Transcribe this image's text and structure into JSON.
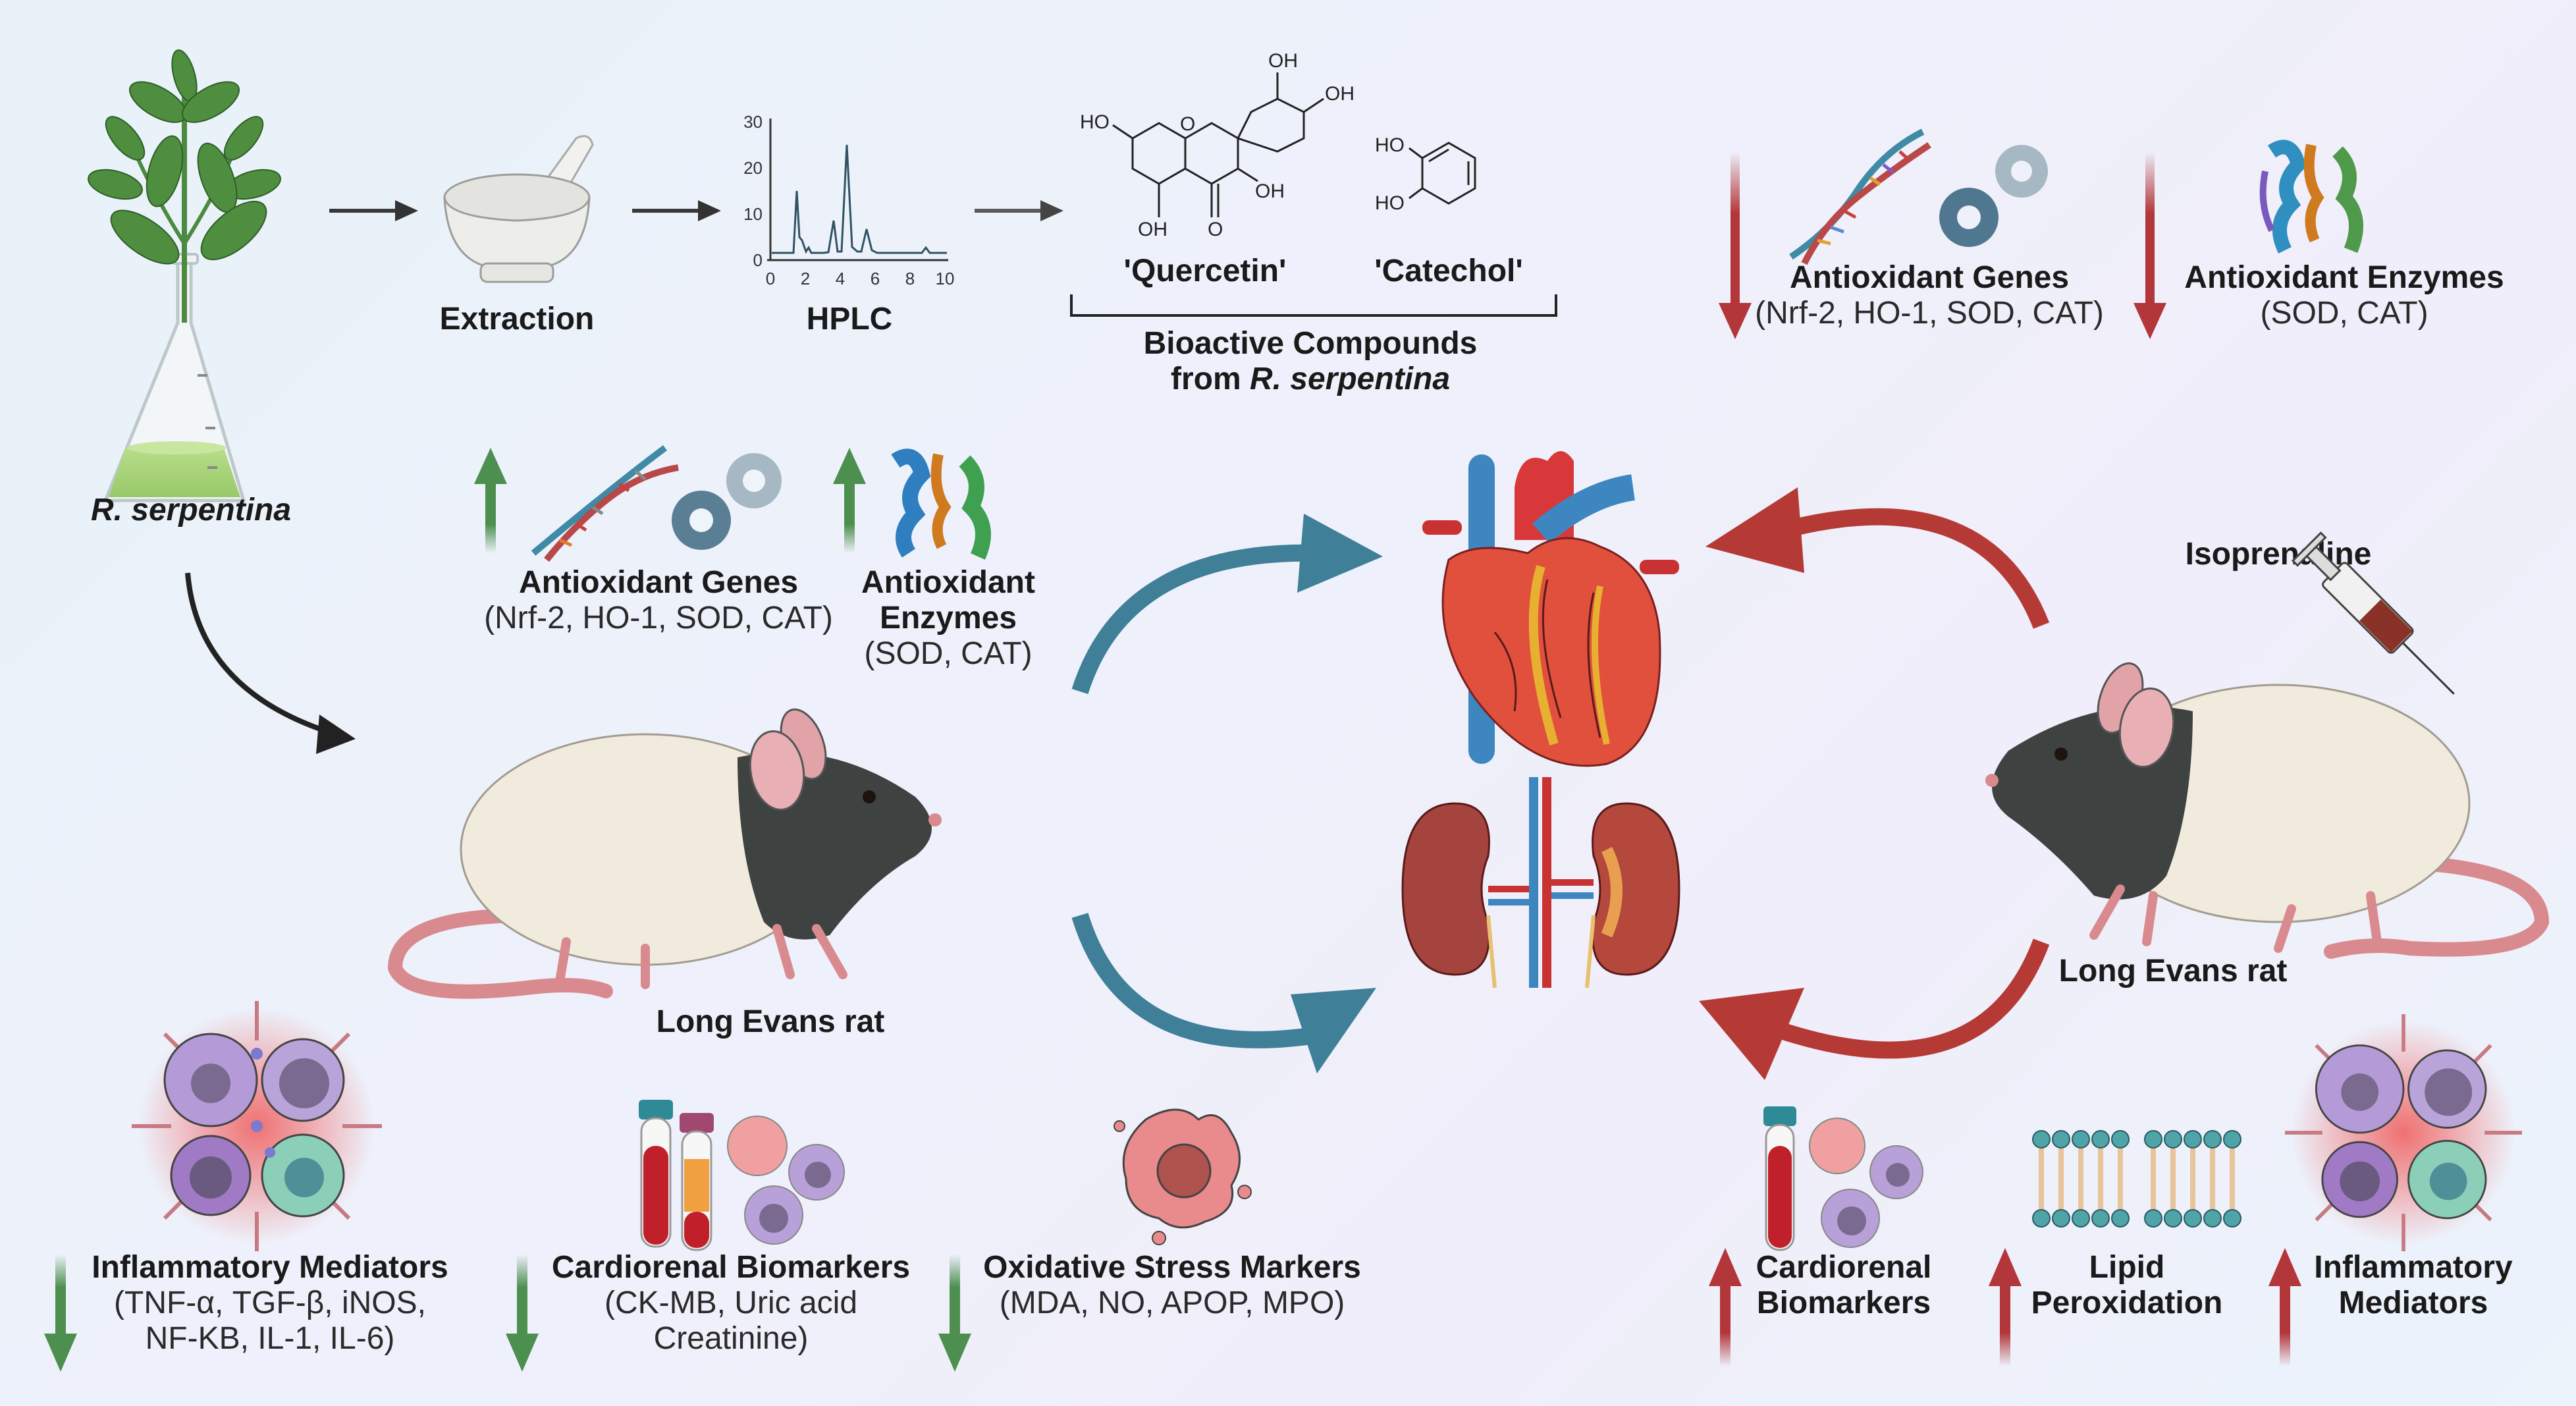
{
  "figure": {
    "background_colors": [
      "#e8f2f8",
      "#f0eefa"
    ],
    "accent_colors": {
      "down_regulated_green": "#4d8f4f",
      "up_regulated_red": "#b3363a",
      "protective_arrow_blue": "#3f7f98",
      "damage_arrow_red": "#b53a36"
    }
  },
  "workflow": {
    "plant_label": "R. serpentina",
    "extraction_label": "Extraction",
    "hplc_label": "HPLC",
    "hplc_chart": {
      "y_ticks": [
        "0",
        "10",
        "20",
        "30"
      ],
      "x_ticks": [
        "0",
        "2",
        "4",
        "6",
        "8",
        "10"
      ]
    },
    "compounds": [
      {
        "name": "'Quercetin'",
        "groups": [
          "HO",
          "OH",
          "OH",
          "OH",
          "OH",
          "O",
          "O"
        ]
      },
      {
        "name": "'Catechol'",
        "groups": [
          "HO",
          "HO"
        ]
      }
    ],
    "compounds_caption_line1": "Bioactive Compounds",
    "compounds_caption_line2_prefix": "from ",
    "compounds_caption_line2_italic": "R. serpentina"
  },
  "treated_group": {
    "rat_label": "Long Evans rat",
    "upregulated": [
      {
        "title": "Antioxidant Genes",
        "detail": "(Nrf-2, HO-1, SOD, CAT)",
        "icon": "dna-gears-icon"
      },
      {
        "title_line1": "Antioxidant",
        "title_line2": "Enzymes",
        "detail": "(SOD, CAT)",
        "icon": "protein-structure-icon"
      }
    ],
    "downregulated": [
      {
        "title": "Inflammatory Mediators",
        "detail_line1": "(TNF-α, TGF-β, iNOS,",
        "detail_line2": "NF-KB, IL-1, IL-6)",
        "icon": "immune-cells-icon"
      },
      {
        "title": "Cardiorenal Biomarkers",
        "detail_line1": "(CK-MB, Uric acid",
        "detail_line2": "Creatinine)",
        "icon": "blood-tubes-cells-icon"
      },
      {
        "title": "Oxidative Stress Markers",
        "detail_line1": "(MDA, NO, APOP, MPO)",
        "icon": "damaged-cell-icon"
      }
    ]
  },
  "disease_group": {
    "inducer_label": "Isoprenaline",
    "rat_label": "Long Evans rat",
    "downregulated": [
      {
        "title": "Antioxidant Genes",
        "detail": "(Nrf-2, HO-1, SOD, CAT)",
        "icon": "dna-gears-icon"
      },
      {
        "title": "Antioxidant Enzymes",
        "detail": "(SOD, CAT)",
        "icon": "protein-structure-icon"
      }
    ],
    "upregulated": [
      {
        "title_line1": "Cardiorenal",
        "title_line2": "Biomarkers",
        "icon": "blood-tube-cells-icon"
      },
      {
        "title_line1": "Lipid",
        "title_line2": "Peroxidation",
        "icon": "lipid-bilayer-icon"
      },
      {
        "title_line1": "Inflammatory",
        "title_line2": "Mediators",
        "icon": "immune-cells-icon"
      }
    ]
  },
  "center": {
    "organs": [
      "heart-icon",
      "kidneys-icon"
    ]
  }
}
